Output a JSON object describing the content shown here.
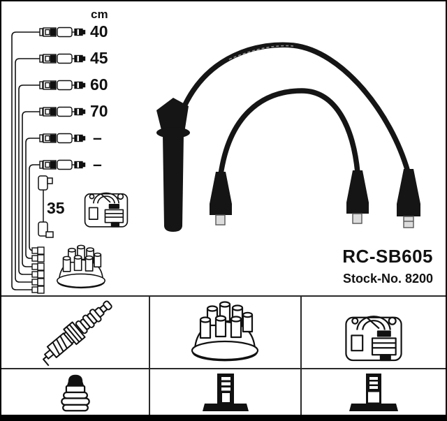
{
  "unit_label": "cm",
  "cable_lengths": [
    "40",
    "45",
    "60",
    "70",
    "–",
    "–"
  ],
  "coil_wire_length": "35",
  "product": {
    "code": "RC-SB605",
    "stock_no": "Stock-No. 8200"
  },
  "parts_legend": {
    "row1": [
      "spark-plug",
      "distributor-cap",
      "ignition-coil"
    ],
    "row2": [
      "spark-plug-terminal",
      "distributor-terminal",
      "coil-terminal"
    ]
  },
  "colors": {
    "ink": "#111111",
    "frame": "#000000",
    "grid_line": "#2a2a2a",
    "background": "#ffffff"
  }
}
